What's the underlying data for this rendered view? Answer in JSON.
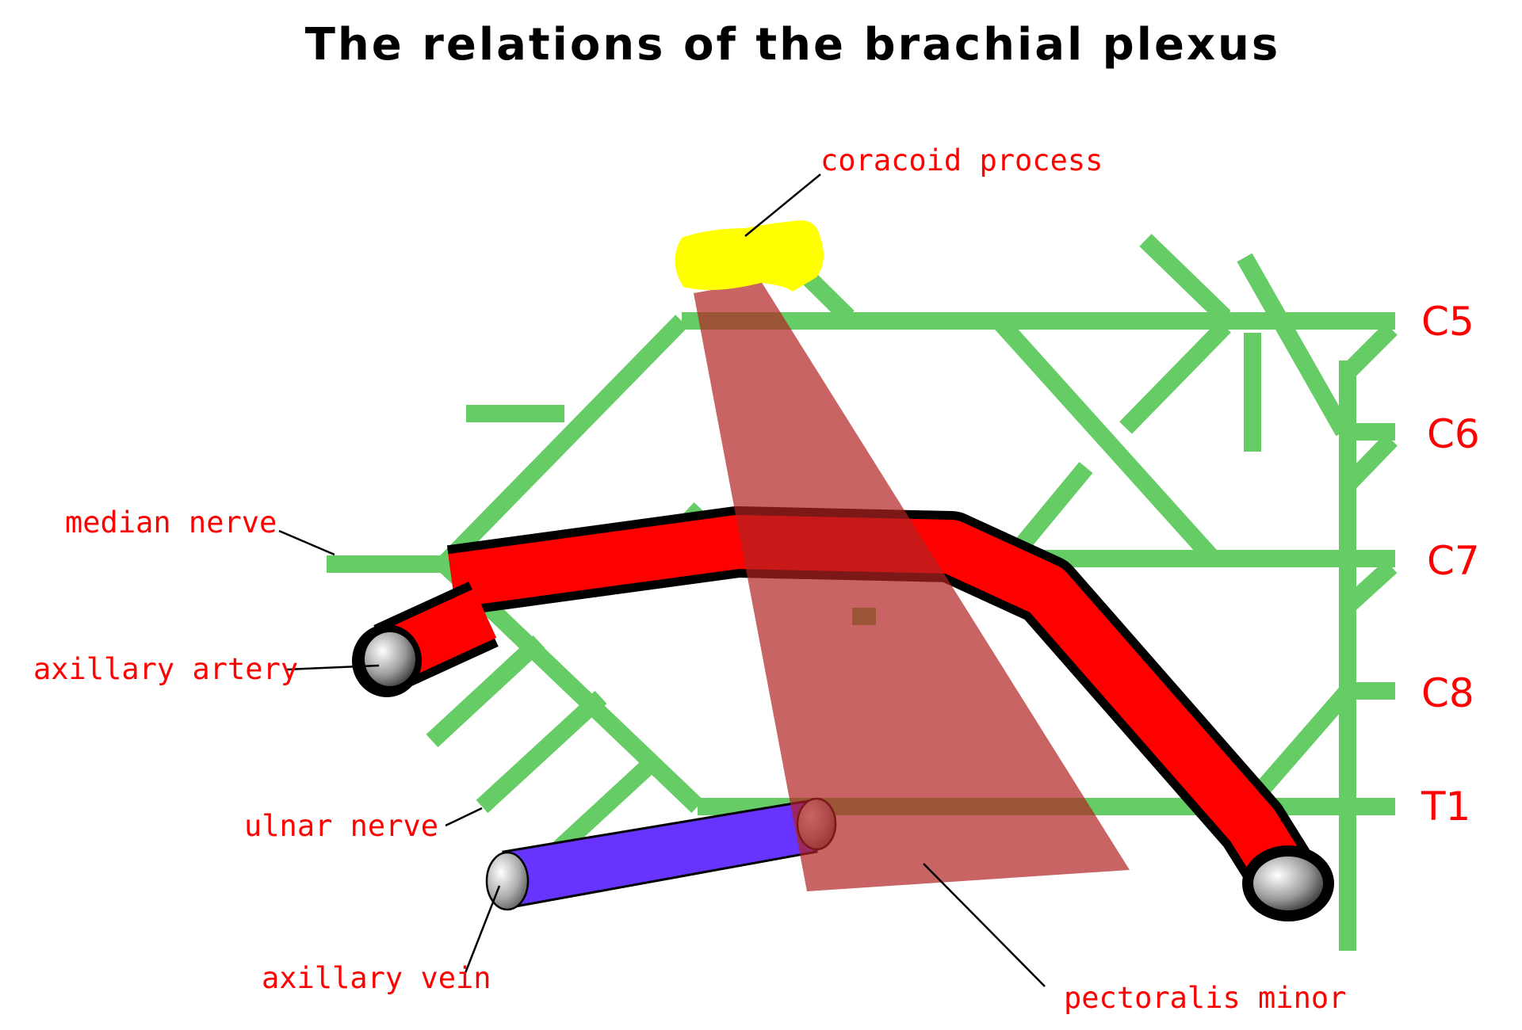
{
  "title": "The relations of the brachial plexus",
  "labels": {
    "coracoid_process": "coracoid process",
    "median_nerve": "median nerve",
    "axillary_artery": "axillary artery",
    "ulnar_nerve": "ulnar nerve",
    "axillary_vein": "axillary vein",
    "pectoralis_minor": "pectoralis minor"
  },
  "roots": [
    "C5",
    "C6",
    "C7",
    "C8",
    "T1"
  ],
  "colors": {
    "nerve": "#66cc66",
    "artery": "#ff0000",
    "vein": "#6633ff",
    "coracoid": "#ffff00",
    "pectoralis": "#b22222",
    "label": "#ff0000",
    "title": "#000000"
  }
}
